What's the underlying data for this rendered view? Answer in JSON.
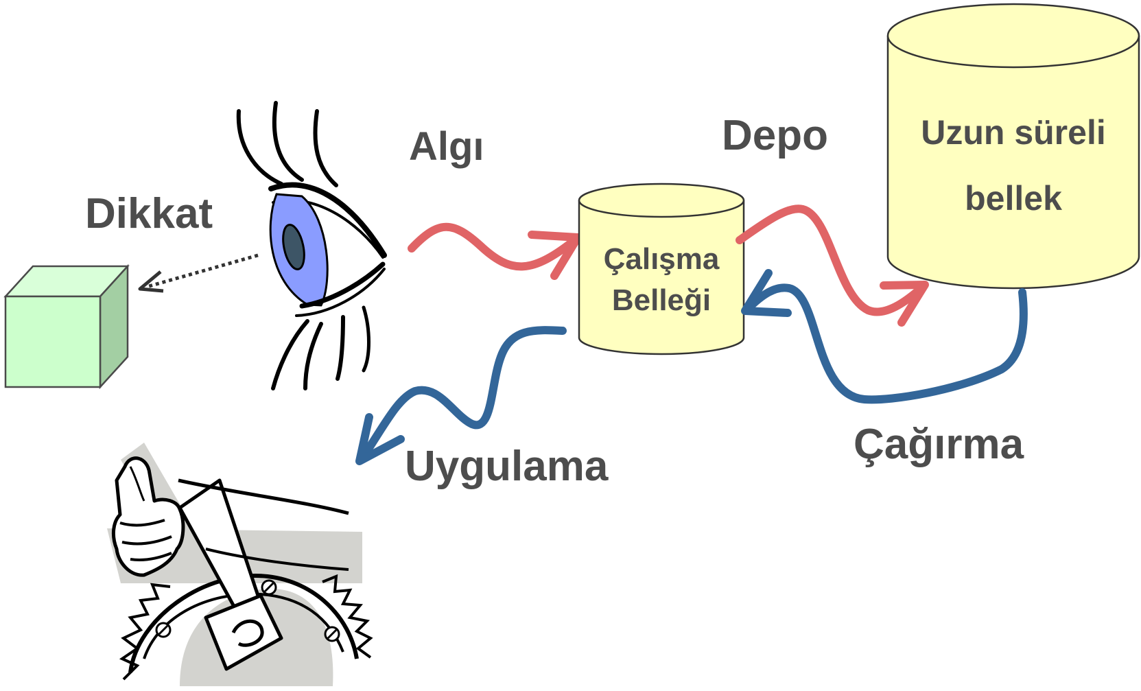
{
  "labels": {
    "attention": "Dikkat",
    "perception": "Algı",
    "storage": "Depo",
    "working_memory_line1": "Çalışma",
    "working_memory_line2": "Belleği",
    "long_term_line1": "Uzun süreli",
    "long_term_line2": "bellek",
    "retrieval": "Çağırma",
    "execution": "Uygulama"
  },
  "icons": {
    "object": "cube-icon",
    "eye": "eye-icon",
    "hand": "hand-lever-gear-icon"
  },
  "colors": {
    "text": "#4d4d4d",
    "cylinder_fill": "#ffffc0",
    "cube_front": "#ccffcc",
    "cube_side": "#a3cfa3",
    "iris": "#8a9cff",
    "red_arrow": "#e06466",
    "blue_arrow": "#336699",
    "gray_shape": "#d3d3cf"
  }
}
